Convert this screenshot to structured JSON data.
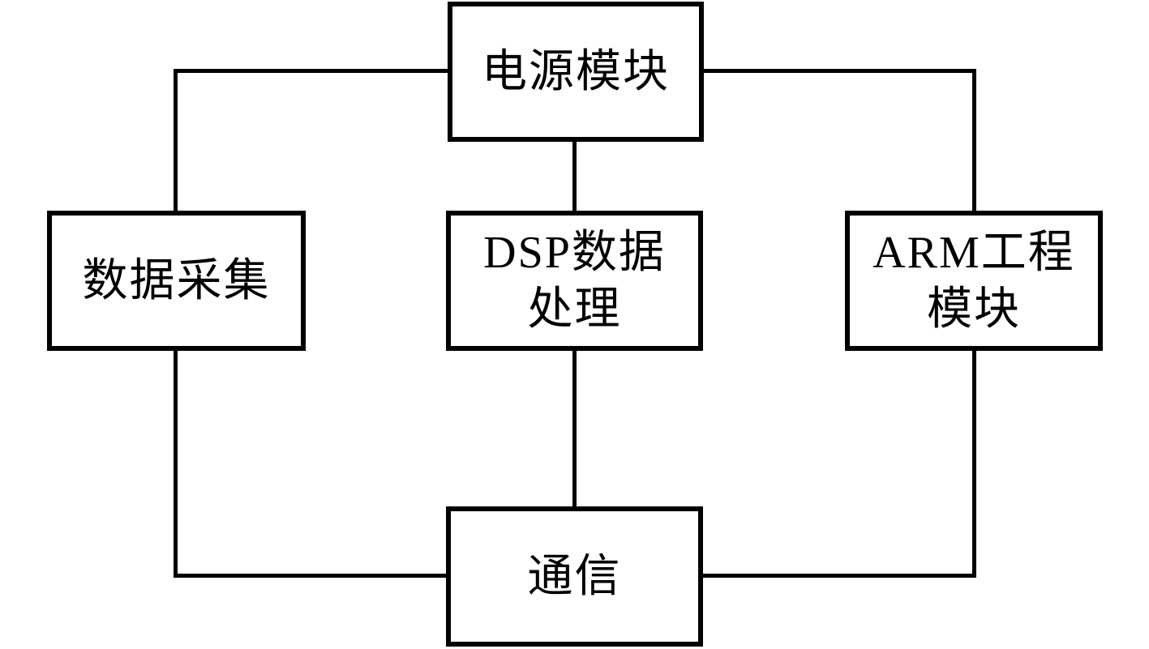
{
  "diagram": {
    "type": "block-diagram",
    "nodes": {
      "power_module": {
        "label": "电源模块"
      },
      "data_acquisition": {
        "label": "数据采集"
      },
      "dsp_processing": {
        "line1": "DSP数据",
        "line2": "处理"
      },
      "arm_module": {
        "line1": "ARM工程",
        "line2": "模块"
      },
      "communication": {
        "label": "通信"
      }
    },
    "edges": [
      {
        "from": "power_module",
        "to": "data_acquisition"
      },
      {
        "from": "power_module",
        "to": "dsp_processing"
      },
      {
        "from": "power_module",
        "to": "arm_module"
      },
      {
        "from": "data_acquisition",
        "to": "communication"
      },
      {
        "from": "dsp_processing",
        "to": "communication"
      },
      {
        "from": "arm_module",
        "to": "communication"
      }
    ],
    "colors": {
      "line": "#000000",
      "text": "#000000",
      "background": "#ffffff"
    }
  }
}
